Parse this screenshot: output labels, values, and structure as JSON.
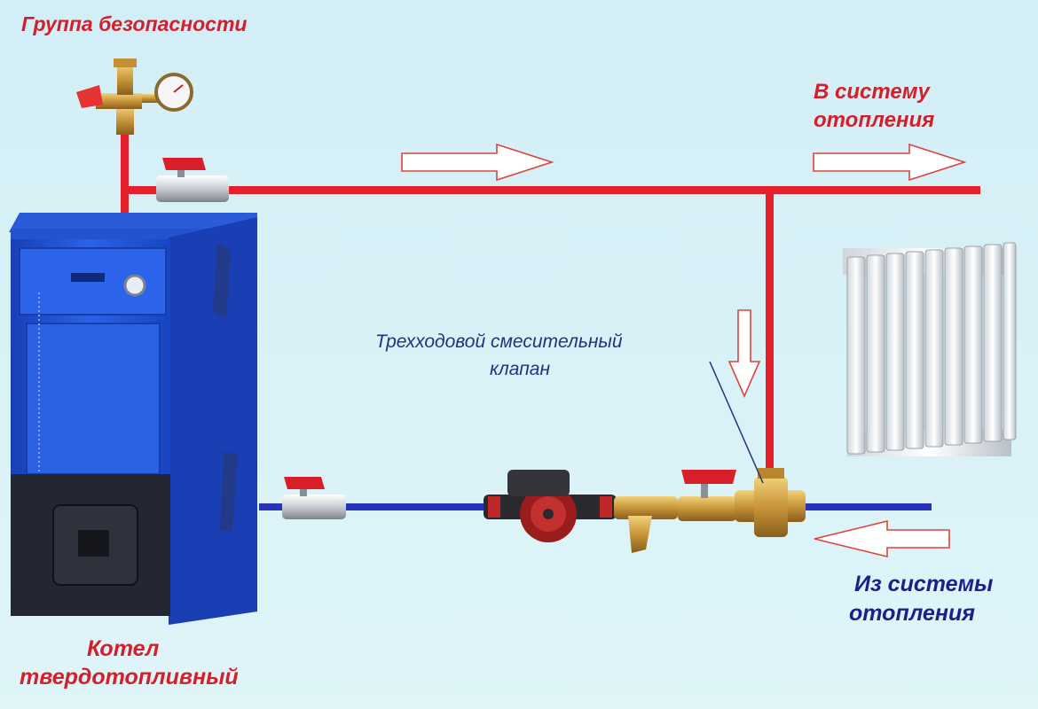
{
  "labels": {
    "safety_group": "Группа безопасности",
    "to_system_line1": "В систему",
    "to_system_line2": "отопления",
    "three_way_line1": "Трехходовой смесительный",
    "three_way_line2": "клапан",
    "from_system_line1": "Из системы",
    "from_system_line2": "отопления",
    "boiler_line1": "Котел",
    "boiler_line2": "твердотопливный"
  },
  "colors": {
    "background": "#d6f1f7",
    "supply_pipe": "#e3202c",
    "return_pipe": "#2733b8",
    "boiler": "#1f4fd6",
    "label_red": "#d41f2a",
    "label_blue": "#1b1f8a"
  },
  "icons": {
    "boiler": "solid-fuel-boiler-icon",
    "safety_group": "safety-group-icon",
    "pump": "circulation-pump-icon",
    "filter": "y-strainer-icon",
    "ball_valve": "ball-valve-icon",
    "mixing_valve": "three-way-valve-icon",
    "radiator": "radiator-icon"
  }
}
